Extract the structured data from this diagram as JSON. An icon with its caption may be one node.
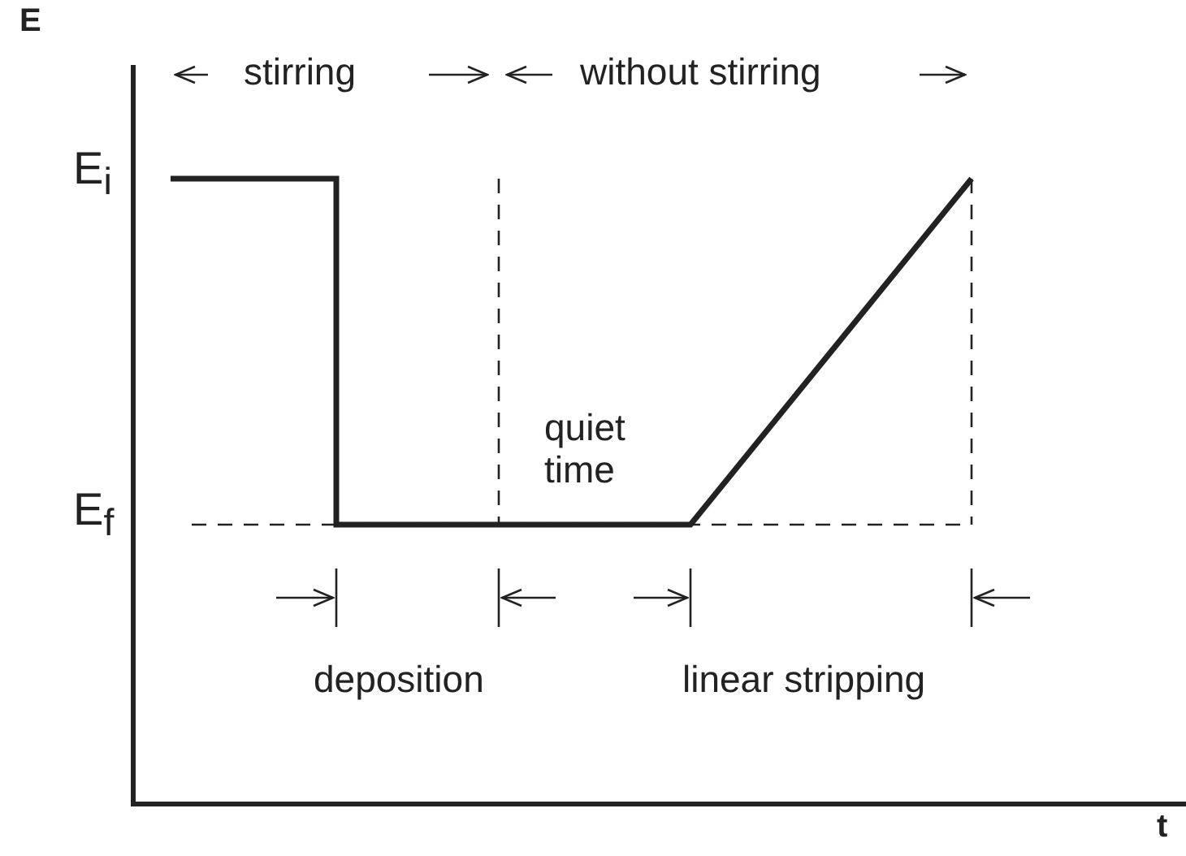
{
  "diagram": {
    "labels": [
      "E",
      "E$_{i}$",
      "stirring",
      "without stirring",
      "quiet time",
      "E$_{f}$",
      "deposition",
      "linear stripping",
      "t"
    ]
  }
}
